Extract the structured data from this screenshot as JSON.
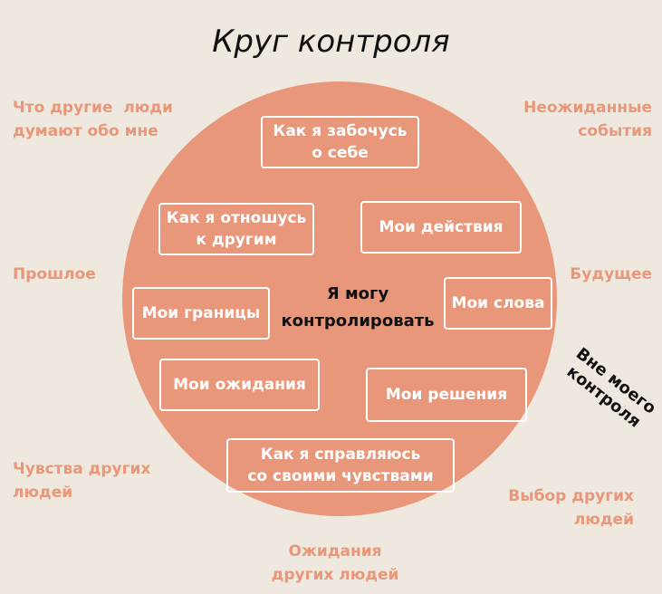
{
  "title": "Круг контроля",
  "center": {
    "line1": "Я могу",
    "line2": "контролировать"
  },
  "inside_items": [
    {
      "line1": "Как я забочусь",
      "line2": "о себе"
    },
    {
      "line1": "Как я отношусь",
      "line2": "к другим"
    },
    {
      "line1": "Мои действия"
    },
    {
      "line1": "Мои границы"
    },
    {
      "line1": "Мои слова"
    },
    {
      "line1": "Мои ожидания"
    },
    {
      "line1": "Мои решения"
    },
    {
      "line1": "Как я справляюсь",
      "line2": "со своими чувствами"
    }
  ],
  "outside_items": [
    {
      "line1": "Что другие  люди",
      "line2": "думают обо мне"
    },
    {
      "line1": "Неожиданные",
      "line2": "события"
    },
    {
      "line1": "Прошлое"
    },
    {
      "line1": "Будущее"
    },
    {
      "line1": "Чувства других",
      "line2": "людей"
    },
    {
      "line1": "Выбор других",
      "line2": "людей"
    },
    {
      "line1": "Ожидания",
      "line2": "других людей"
    }
  ],
  "outside_label": {
    "line1": "Вне моего",
    "line2": "контроля"
  },
  "colors": {
    "background": "#efe8de",
    "circle": "#e8977a",
    "outer_text": "#e8977a",
    "box_border": "#ffffff"
  }
}
